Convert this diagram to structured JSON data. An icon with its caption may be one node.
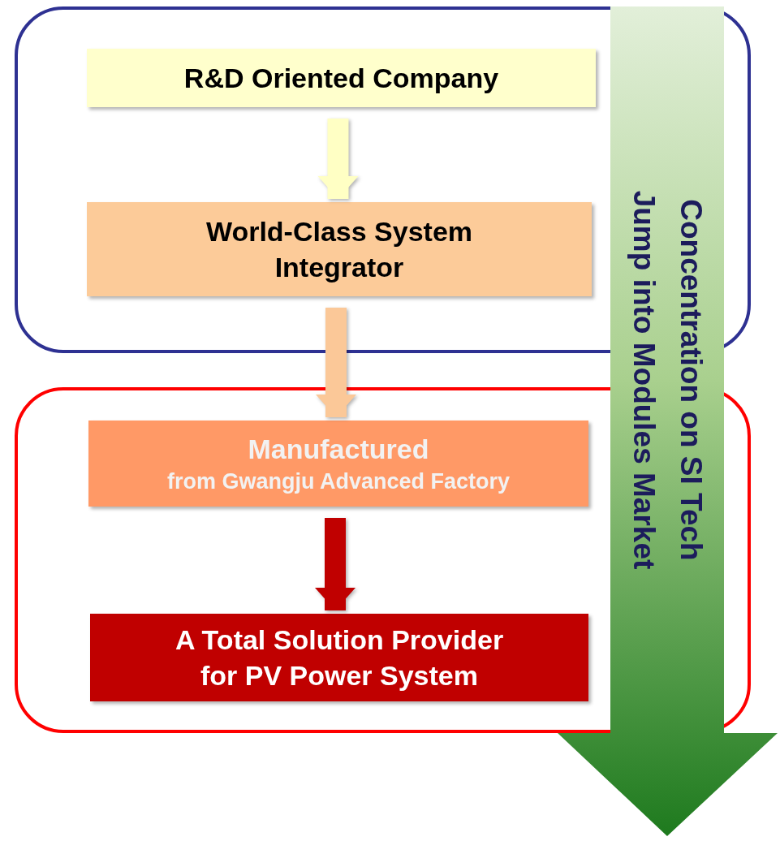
{
  "diagram": {
    "nodes": [
      {
        "text": [],
        "shape": "box"
      },
      {
        "text": [
          "R&D Oriented Company"
        ],
        "in": 0
      },
      {
        "text": [
          "World-Class System Integrator"
        ],
        "in": 0
      },
      {
        "text": [],
        "shape": "box"
      },
      {
        "text": [
          "Manufactured",
          "from Gwangju Advanced Factory"
        ],
        "in": 3
      },
      {
        "text": [
          "A Total Solution Provider for PV Power System"
        ],
        "in": 3
      },
      {
        "text": [
          "Concentration on SI Tech",
          "Jump into Modules Market"
        ]
      }
    ],
    "edges": [
      {
        "from": 1,
        "to": 2,
        "arrow": "to",
        "color": "#ffffc4"
      },
      {
        "from": 2,
        "to": 4,
        "arrow": "to",
        "color": "#fbc898"
      },
      {
        "from": 4,
        "to": 5,
        "arrow": "to",
        "color": "#c00000"
      }
    ]
  }
}
